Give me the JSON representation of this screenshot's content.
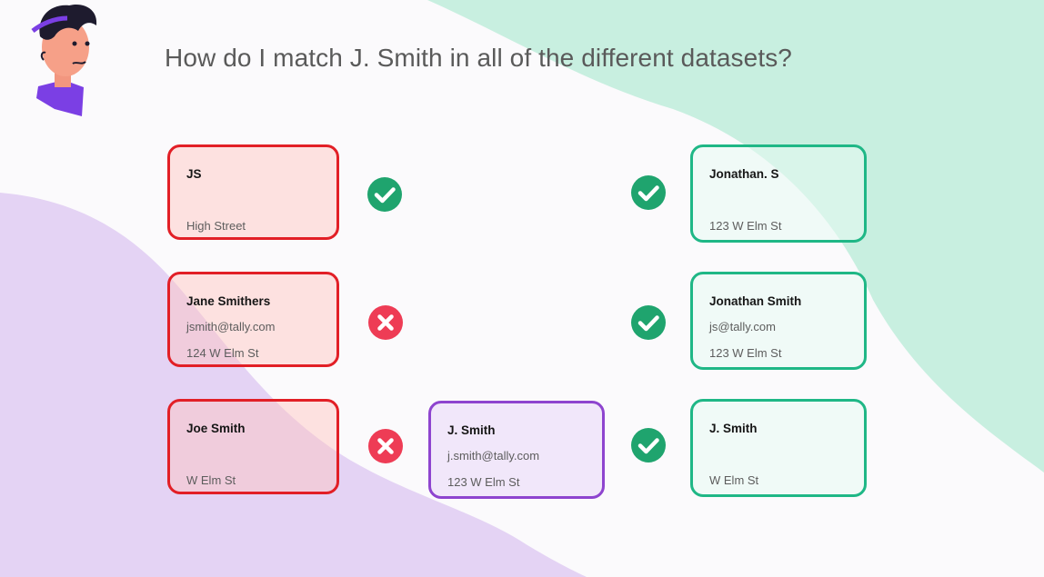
{
  "title": "How do I match J. Smith in all of the different datasets?",
  "colors": {
    "no_match_border": "#e21f26",
    "match_border": "#1fb786",
    "target_border": "#8e44cf",
    "check_fill": "#1fa46e",
    "cross_fill": "#ee3c55",
    "green_blob": "#c8efe0",
    "purple_blob": "#e4d3f4"
  },
  "left_records": [
    {
      "name": "JS",
      "line2": "",
      "line3": "High Street"
    },
    {
      "name": "Jane Smithers",
      "line2": "jsmith@tally.com",
      "line3": "124 W Elm St"
    },
    {
      "name": "Joe Smith",
      "line2": "",
      "line3": "W Elm St"
    }
  ],
  "target_record": {
    "name": "J. Smith",
    "line2": "j.smith@tally.com",
    "line3": "123 W Elm St"
  },
  "right_records": [
    {
      "name": "Jonathan. S",
      "line2": "",
      "line3": "123 W Elm St"
    },
    {
      "name": "Jonathan Smith",
      "line2": "js@tally.com",
      "line3": "123 W Elm St"
    },
    {
      "name": "J. Smith",
      "line2": "",
      "line3": "W Elm St"
    }
  ],
  "left_marks": [
    "check-icon",
    "cross-icon",
    "cross-icon"
  ],
  "right_marks": [
    "check-icon",
    "check-icon",
    "check-icon"
  ]
}
